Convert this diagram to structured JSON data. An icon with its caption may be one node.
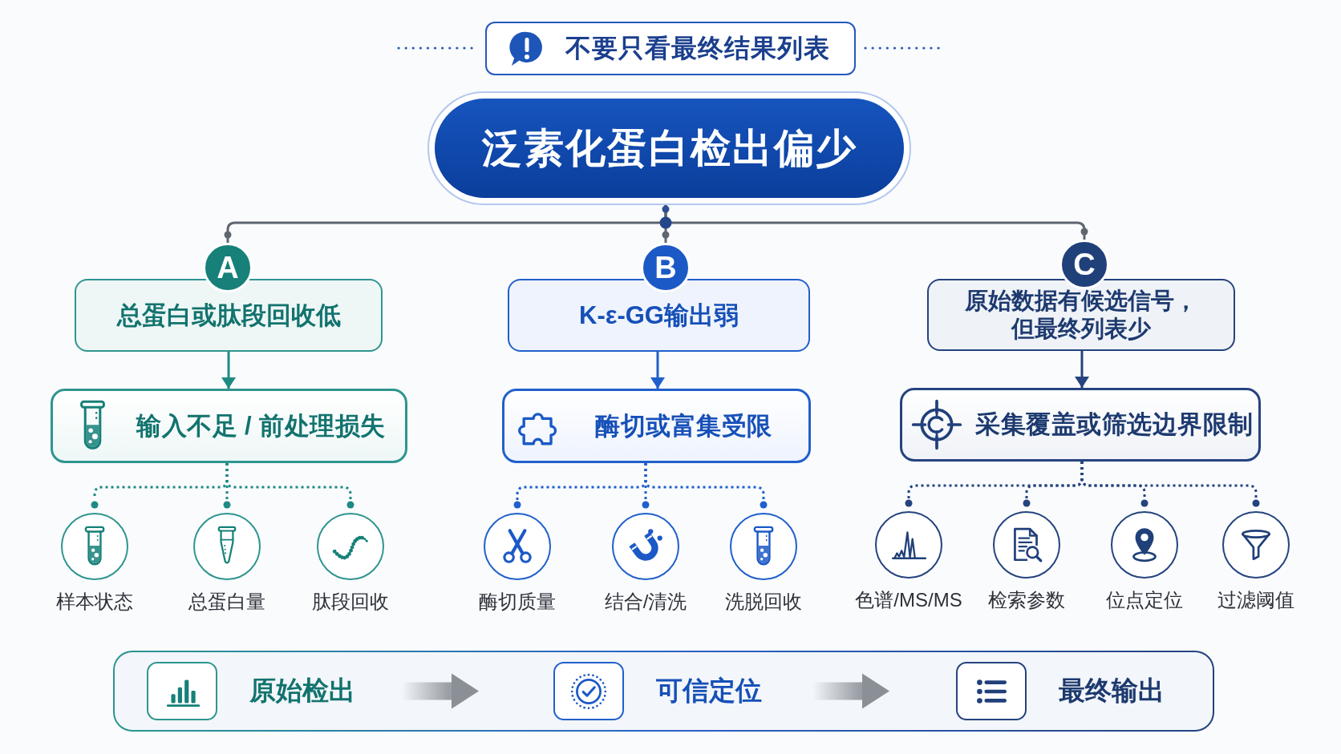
{
  "diagram": {
    "nodes": [
      {
        "text": [
          "不要只看最终结果列表"
        ]
      },
      {
        "text": [
          "泛素化蛋白检出偏少"
        ]
      },
      {
        "text": [
          "A"
        ]
      },
      {
        "text": [
          "总蛋白或肽段回收低"
        ]
      },
      {
        "text": [
          "B"
        ]
      },
      {
        "text": [
          "K-ε-GG输出弱"
        ]
      },
      {
        "text": [
          "C"
        ]
      },
      {
        "text": [
          "原始数据有候选信号，但最终列表少"
        ]
      },
      {
        "text": [
          "输入不足 / 前处理损失"
        ]
      },
      {
        "text": [
          "酶切或富集受限"
        ]
      },
      {
        "text": [
          "采集覆盖或筛选边界限制"
        ]
      },
      {
        "text": [
          "样本状态"
        ]
      },
      {
        "text": [
          "总蛋白量"
        ]
      },
      {
        "text": [
          "肽段回收"
        ]
      },
      {
        "text": [
          "酶切质量"
        ]
      },
      {
        "text": [
          "结合/清洗"
        ]
      },
      {
        "text": [
          "洗脱回收"
        ]
      },
      {
        "text": [
          "色谱/MS/MS"
        ]
      },
      {
        "text": [
          "检索参数"
        ]
      },
      {
        "text": [
          "位点定位"
        ]
      },
      {
        "text": [
          "过滤阈值"
        ]
      },
      {
        "text": [],
        "shape": "box"
      },
      {
        "text": [
          "原始检出"
        ],
        "in": 21
      },
      {
        "text": [
          "可信定位"
        ],
        "in": 21
      },
      {
        "text": [
          "最终输出"
        ],
        "in": 21
      }
    ],
    "edges": [
      {
        "from": 1,
        "to": 2,
        "arrow": "other",
        "color": "#5f6670"
      },
      {
        "from": 1,
        "to": 4,
        "arrow": "other",
        "color": "#5f6670"
      },
      {
        "from": 1,
        "to": 6,
        "arrow": "other",
        "color": "#5f6670"
      },
      {
        "from": 3,
        "to": 8,
        "arrow": "to",
        "color": "#1f8a84"
      },
      {
        "from": 5,
        "to": 9,
        "arrow": "to",
        "color": "#1f5fcc"
      },
      {
        "from": 7,
        "to": 10,
        "arrow": "to",
        "color": "#24437f"
      },
      {
        "from": 8,
        "to": 11,
        "arrow": "other",
        "style": "dashed",
        "color": "#1f8a84"
      },
      {
        "from": 8,
        "to": 12,
        "arrow": "other",
        "style": "dashed",
        "color": "#1f8a84"
      },
      {
        "from": 8,
        "to": 13,
        "arrow": "other",
        "style": "dashed",
        "color": "#1f8a84"
      },
      {
        "from": 9,
        "to": 14,
        "arrow": "other",
        "style": "dashed",
        "color": "#1f5fcc"
      },
      {
        "from": 9,
        "to": 15,
        "arrow": "other",
        "style": "dashed",
        "color": "#1f5fcc"
      },
      {
        "from": 9,
        "to": 16,
        "arrow": "other",
        "style": "dashed",
        "color": "#1f5fcc"
      },
      {
        "from": 10,
        "to": 17,
        "arrow": "other",
        "style": "dashed",
        "color": "#24437f"
      },
      {
        "from": 10,
        "to": 18,
        "arrow": "other",
        "style": "dashed",
        "color": "#24437f"
      },
      {
        "from": 10,
        "to": 19,
        "arrow": "other",
        "style": "dashed",
        "color": "#24437f"
      },
      {
        "from": 10,
        "to": 20,
        "arrow": "other",
        "style": "dashed",
        "color": "#24437f"
      },
      {
        "from": 22,
        "to": 23,
        "arrow": "to",
        "style": "thick",
        "color": "#8b9097"
      },
      {
        "from": 23,
        "to": 24,
        "arrow": "to",
        "style": "thick",
        "color": "#8b9097"
      }
    ]
  }
}
